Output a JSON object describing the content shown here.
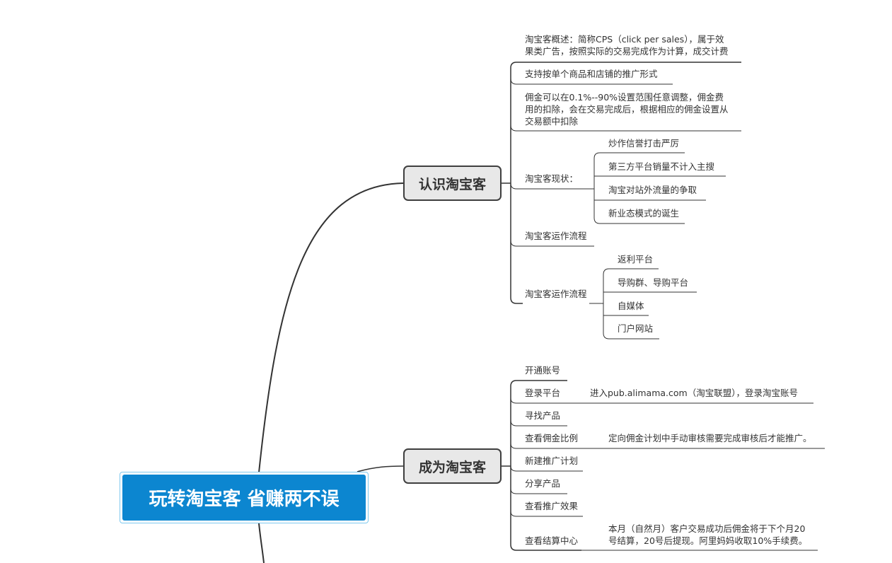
{
  "root": {
    "label": "玩转淘宝客 省赚两不误"
  },
  "branch_1": {
    "label": "认识淘宝客",
    "items": [
      {
        "lines": [
          "淘宝客概述：简称CPS（click per sales），属于效",
          "果类广告，按照实际的交易完成作为计算，成交计费"
        ]
      },
      {
        "lines": [
          "支持按单个商品和店铺的推广形式"
        ]
      },
      {
        "lines": [
          "佣金可以在0.1%--90%设置范围任意调整，佣金费",
          "用的扣除，会在交易完成后，根据相应的佣金设置从",
          "交易额中扣除"
        ]
      },
      {
        "lines": [
          "淘宝客现状："
        ],
        "children": [
          "炒作信誉打击严厉",
          "第三方平台销量不计入主搜",
          "淘宝对站外流量的争取",
          "新业态模式的诞生"
        ]
      },
      {
        "lines": [
          "淘宝客运作流程"
        ]
      },
      {
        "lines": [
          "淘宝客运作流程"
        ],
        "children": [
          "返利平台",
          "导购群、导购平台",
          "自媒体",
          "门户网站"
        ]
      }
    ]
  },
  "branch_2": {
    "label": "成为淘宝客",
    "items": [
      {
        "lines": [
          "开通账号"
        ]
      },
      {
        "lines": [
          "登录平台"
        ],
        "children": [
          "进入pub.alimama.com（淘宝联盟），登录淘宝账号"
        ]
      },
      {
        "lines": [
          "寻找产品"
        ]
      },
      {
        "lines": [
          "查看佣金比例"
        ],
        "children": [
          "定向佣金计划中手动审核需要完成审核后才能推广。"
        ]
      },
      {
        "lines": [
          "新建推广计划"
        ]
      },
      {
        "lines": [
          "分享产品"
        ]
      },
      {
        "lines": [
          "查看推广效果"
        ]
      },
      {
        "lines": [
          "查看结算中心"
        ],
        "children_lines": [
          "本月（自然月）客户交易成功后佣金将于下个月20",
          "号结算，20号后提现。阿里妈妈收取10%手续费。"
        ]
      }
    ]
  },
  "colors": {
    "root_fill": "#0c86d0",
    "topic_fill": "#e8e8e8",
    "line": "#333333"
  }
}
